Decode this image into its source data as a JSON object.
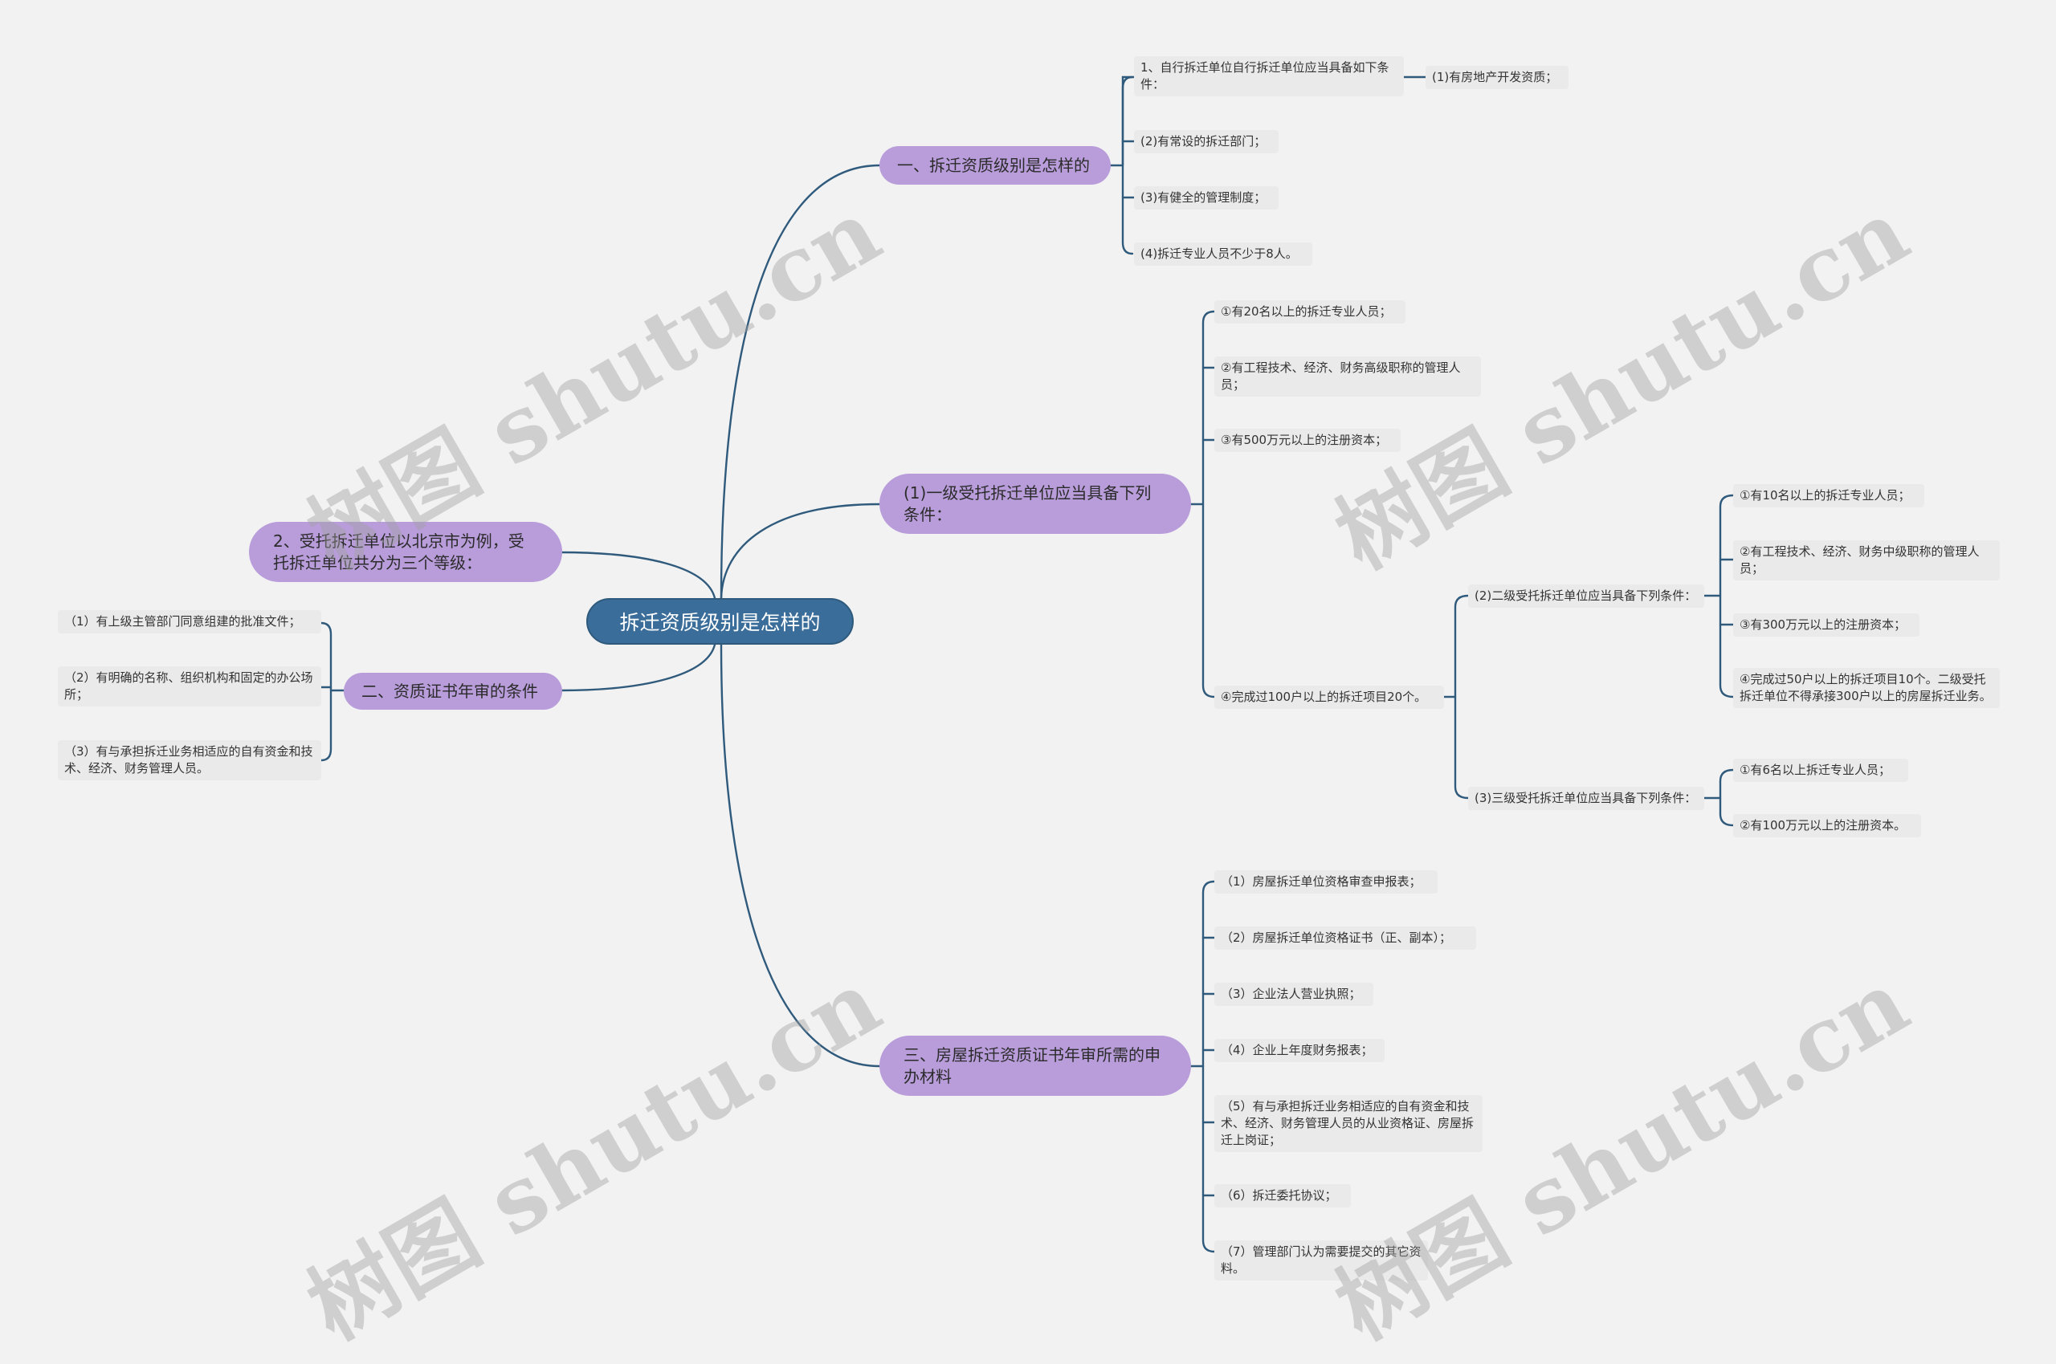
{
  "root": "拆迁资质级别是怎样的",
  "left": {
    "a": "2、受托拆迁单位以北京市为例，受托拆迁单位共分为三个等级：",
    "b": {
      "label": "二、资质证书年审的条件",
      "items": [
        "（1）有上级主管部门同意组建的批准文件；",
        "（2）有明确的名称、组织机构和固定的办公场所；",
        "（3）有与承担拆迁业务相适应的自有资金和技术、经济、财务管理人员。"
      ]
    }
  },
  "right": {
    "b1": {
      "label": "一、拆迁资质级别是怎样的",
      "c1": "1、自行拆迁单位自行拆迁单位应当具备如下条件：",
      "c1_child": "(1)有房地产开发资质；",
      "items": [
        "(2)有常设的拆迁部门；",
        "(3)有健全的管理制度；",
        "(4)拆迁专业人员不少于8人。"
      ]
    },
    "b2": {
      "label": "(1)一级受托拆迁单位应当具备下列条件：",
      "items": [
        "①有20名以上的拆迁专业人员；",
        "②有工程技术、经济、财务高级职称的管理人员；",
        "③有500万元以上的注册资本；",
        "④完成过100户以上的拆迁项目20个。"
      ],
      "level2": {
        "label": "(2)二级受托拆迁单位应当具备下列条件：",
        "items": [
          "①有10名以上的拆迁专业人员；",
          "②有工程技术、经济、财务中级职称的管理人员；",
          "③有300万元以上的注册资本；",
          "④完成过50户以上的拆迁项目10个。二级受托拆迁单位不得承接300户以上的房屋拆迁业务。"
        ]
      },
      "level3": {
        "label": "(3)三级受托拆迁单位应当具备下列条件：",
        "items": [
          "①有6名以上拆迁专业人员；",
          "②有100万元以上的注册资本。"
        ]
      }
    },
    "b3": {
      "label": "三、房屋拆迁资质证书年审所需的申办材料",
      "items": [
        "（1）房屋拆迁单位资格审查申报表；",
        "（2）房屋拆迁单位资格证书（正、副本）；",
        "（3）企业法人营业执照；",
        "（4）企业上年度财务报表；",
        "（5）有与承担拆迁业务相适应的自有资金和技术、经济、财务管理人员的从业资格证、房屋拆迁上岗证；",
        "（6）拆迁委托协议；",
        "（7）管理部门认为需要提交的其它资料。"
      ]
    }
  },
  "watermark": "树图 shutu.cn",
  "colors": {
    "root": "#3a6d99",
    "main": "#b99ddb",
    "leaf": "#eaeaea",
    "line": "#2f5a7c",
    "background": "#f2f2f2"
  }
}
